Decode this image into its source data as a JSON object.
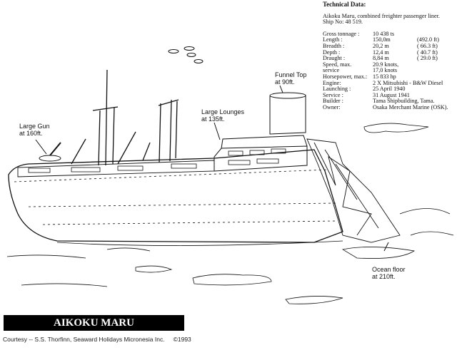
{
  "technical_data": {
    "heading": "Technical Data:",
    "intro_line1": "Aikoku Maru, combined freighter passenger liner.",
    "intro_line2": "Ship No: 48 519.",
    "rows": [
      {
        "label": "Gross tonnage  :",
        "value": "10 438 ts",
        "imperial": ""
      },
      {
        "label": "Length        :",
        "value": "150,0m",
        "imperial": "(492.0 ft)"
      },
      {
        "label": "Breadth       :",
        "value": " 20,2   m",
        "imperial": "( 66.3 ft)"
      },
      {
        "label": "Depth         :",
        "value": "12,4   m",
        "imperial": "( 40.7 ft)"
      },
      {
        "label": "Draught       :",
        "value": "8,84 m",
        "imperial": "( 29.0 ft)"
      },
      {
        "label": "Speed, max.",
        "value": "20.9 knots,",
        "imperial": ""
      },
      {
        "label": "      service",
        "value": "17,0 knots",
        "imperial": ""
      },
      {
        "label": "Horsepower, max.:",
        "value": "15 833 hp",
        "imperial": ""
      },
      {
        "label": "Engine:",
        "value": "2 X Mitsubishi - B&W Diesel",
        "imperial": ""
      },
      {
        "label": "Launching     :",
        "value": "25 April 1940",
        "imperial": ""
      },
      {
        "label": "Service       :",
        "value": "31 August 1941",
        "imperial": ""
      },
      {
        "label": "Builder       :",
        "value": "Tama Shipbuilding, Tama.",
        "imperial": ""
      },
      {
        "label": "Owner:",
        "value": "Osaka Merchant Marine (OSK).",
        "imperial": ""
      }
    ]
  },
  "annotations": {
    "gun": [
      "Large Gun",
      "at 160ft."
    ],
    "lounges": [
      "Large Lounges",
      "at 135ft."
    ],
    "funnel": [
      "Funnel Top",
      "at 90ft."
    ],
    "ocean_floor": [
      "Ocean floor",
      "at 210ft."
    ]
  },
  "title": "AIKOKU MARU",
  "courtesy": "Courtesy -- S.S. Thorfinn, Seaward Holidays Micronesia Inc.",
  "copyright": "©1993"
}
